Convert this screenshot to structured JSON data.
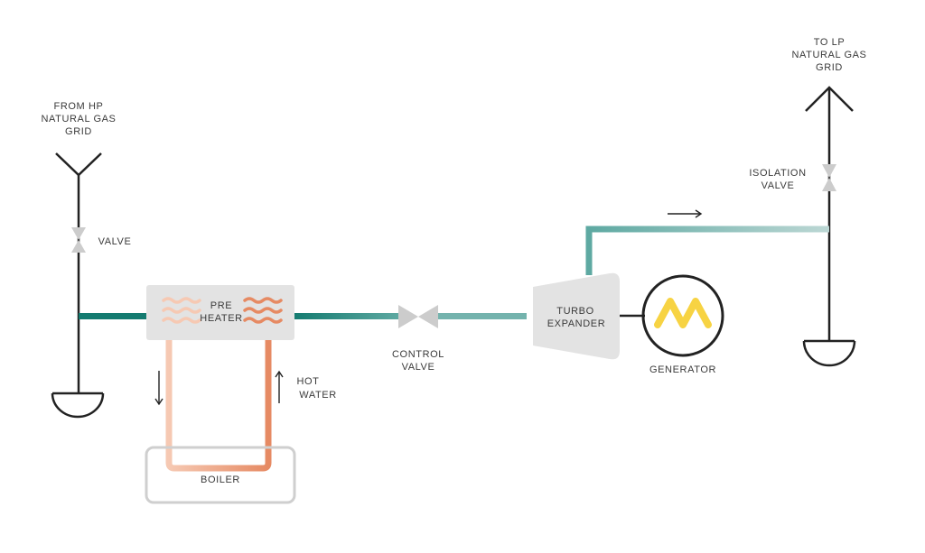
{
  "labels": {
    "source_line1": "FROM HP",
    "source_line2": "NATURAL GAS",
    "source_line3": "GRID",
    "dest_line1": "TO LP",
    "dest_line2": "NATURAL GAS",
    "dest_line3": "GRID",
    "valve": "VALVE",
    "isolation_line1": "ISOLATION",
    "isolation_line2": "VALVE",
    "preheater_line1": "PRE",
    "preheater_line2": "HEATER",
    "hot_water_line1": "HOT",
    "hot_water_line2": "WATER",
    "control_line1": "CONTROL",
    "control_line2": "VALVE",
    "turbo_line1": "TURBO",
    "turbo_line2": "EXPANDER",
    "generator": "GENERATOR",
    "boiler": "BOILER"
  },
  "colors": {
    "line": "#222222",
    "gas_pipe_dark": "#147b70",
    "gas_pipe_mid": "#5ea9a2",
    "gas_pipe_light": "#bcd7d4",
    "water_hot": "#e68a63",
    "water_cool": "#f6c9b3",
    "component_fill": "#e3e3e3",
    "boiler_outline": "#cfcfcf",
    "valve_fill": "#cccccc",
    "generator_wave": "#f7d343"
  },
  "icons": {
    "heat_wave_hot": "wave-icon",
    "heat_wave_cool": "wave-icon",
    "flow_direction": "arrow-icon",
    "generator_symbol": "zigzag-icon"
  }
}
